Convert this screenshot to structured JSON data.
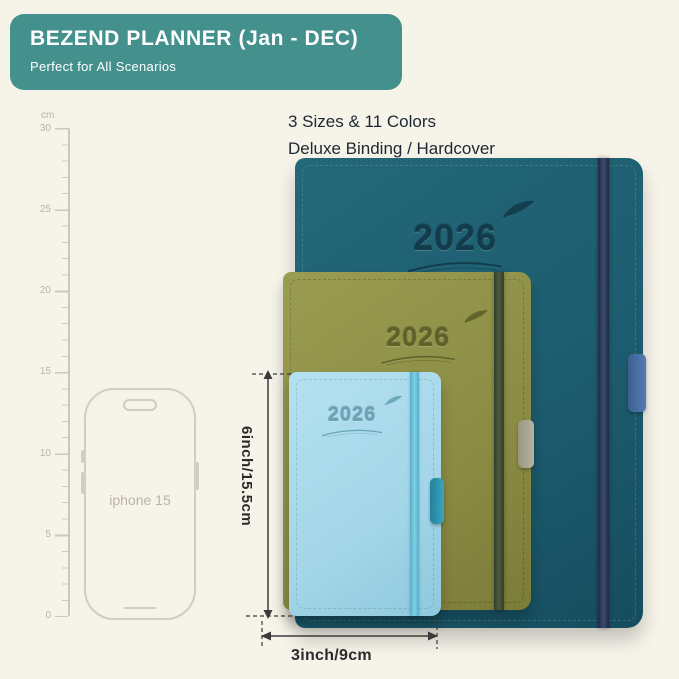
{
  "banner": {
    "title": "BEZEND PLANNER (Jan - DEC)",
    "subtitle": "Perfect for All Scenarios",
    "bg_color": "#44908d",
    "text_color": "#ffffff"
  },
  "headline": {
    "line1": "3 Sizes & 11 Colors",
    "line2": "Deluxe Binding / Hardcover"
  },
  "ruler": {
    "unit": "cm",
    "marks": [
      "30",
      "25",
      "20",
      "15",
      "10",
      "5",
      "0"
    ]
  },
  "phone": {
    "label": "iphone 15"
  },
  "planners": {
    "large": {
      "year": "2026",
      "cover_color": "#1d5d6f",
      "band_color": "#2e3c5c",
      "loop_color": "#4f74a8"
    },
    "medium": {
      "year": "2026",
      "cover_color": "#8b8c44",
      "band_color": "#3f4d36",
      "loop_color": "#a6a68f"
    },
    "small": {
      "year": "2026",
      "cover_color": "#a3d6e8",
      "band_color": "#6fbed6",
      "loop_color": "#2f97b2"
    }
  },
  "dimensions": {
    "height_label": "6inch/15.5cm",
    "width_label": "3inch/9cm"
  },
  "background_color": "#f6f3e9"
}
